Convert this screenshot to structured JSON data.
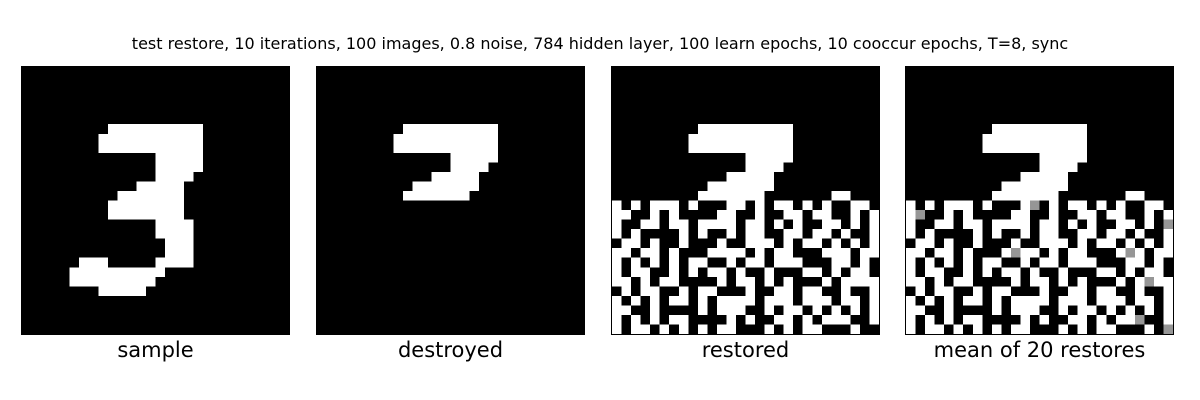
{
  "figure": {
    "title": "test restore, 10 iterations, 100 images, 0.8 noise, 784 hidden layer, 100 learn epochs, 10 cooccur epochs, T=8, sync"
  },
  "panels": [
    {
      "label": "sample"
    },
    {
      "label": "destroyed"
    },
    {
      "label": "restored"
    },
    {
      "label": "mean of 20 restores"
    }
  ],
  "grid": {
    "rows": 28,
    "cols": 28
  },
  "images": {
    "sample": [
      "............................",
      "............................",
      "............................",
      "............................",
      "............................",
      "............................",
      ".........##########.........",
      "........###########.........",
      "........###########.........",
      "..............#####.........",
      "..............#####.........",
      "..............####..........",
      "............#####...........",
      "..........#######...........",
      ".........########...........",
      ".........########...........",
      "..............####..........",
      "..............####..........",
      "...............###..........",
      "...............###..........",
      "......###.....####..........",
      ".....##########.............",
      ".....#########..............",
      "........#####...............",
      "............................",
      "............................",
      "............................",
      "............................"
    ],
    "destroyed": [
      "............................",
      "............................",
      "............................",
      "............................",
      "............................",
      "............................",
      ".........##########.........",
      "........###########.........",
      "........###########.........",
      "..............#####.........",
      "..............####..........",
      "............#####...........",
      "..........#######...........",
      ".........#######............",
      "............................",
      "............................",
      "............................",
      "............................",
      "............................",
      "............................",
      "............................",
      "............................",
      "............................",
      "............................",
      "............................",
      "............................",
      "............................",
      "............................"
    ],
    "restored": [
      "............................",
      "............................",
      "............................",
      "............................",
      "............................",
      "............................",
      ".........##########.........",
      "........###########.........",
      "........###########.........",
      "..............#####.........",
      "..............####..........",
      "............#####...........",
      "..........#######...........",
      ".........#######.......##...",
      "#.#.###.#...##.#.##.#.#..##.",
      "##..#.#....##..#..##.##..#.#",
      "#..##.##.####.##.#.#..##.#.#",
      "#.#....#.#..#.##..##.##.#..#",
      ".##.#..#...#..###.#.##.#.#.#",
      "##.##.#...####.#.##...###.##",
      "#.#.#.#.##..#.##.###...##.#.",
      "#.##..#.#.##.#..#...##.#.##.",
      "##.#.##....#.##.#.#...#.####",
      ".#.##..#.##...#..##.##..#..#",
      "#.#.#.##.#.####.###.###.##.#",
      "##..#....#.###..#.##.#.#.#.#",
      "#.#.#.##....#.#..##.#.###..#",
      "#.##.#.#.#.##...#.#.##...#.."
    ],
    "mean": [
      "............................",
      "............................",
      "............................",
      "............................",
      "............................",
      "............................",
      ".........##########.........",
      "........###########.........",
      "........###########.........",
      "..............#####.........",
      "..............####..........",
      "............#####...........",
      "..........#######...........",
      ".........#######.......##...",
      "#.#.###.#...#o.#.##.#.#..##.",
      "#o..#.#....##..#..##.##..#.#",
      "#..##.##.####.##.#.#..##.#.o",
      "#.#....#.#..#.##..##.##.#..#",
      ".##.#..#...#..###.#.##.#.#.#",
      "##.##.#...#o##.#.##...#o#.##",
      "#.#.#.#.##..#.##.###...##.#.",
      "#.##..#.#.##.#..#...##.#.##.",
      "##.#.##....#.##.#.#...#.#o##",
      ".#.##..#.##...#..##.##..#..#",
      "#.#.#.##.#.####.###.###.##.#",
      "##..#....#.###..#.##.#.#.#.#",
      "#.#.#.##....#.#..##.#.##o..#",
      "#.##.#.#.#.##...#.#.##...#.o"
    ]
  }
}
